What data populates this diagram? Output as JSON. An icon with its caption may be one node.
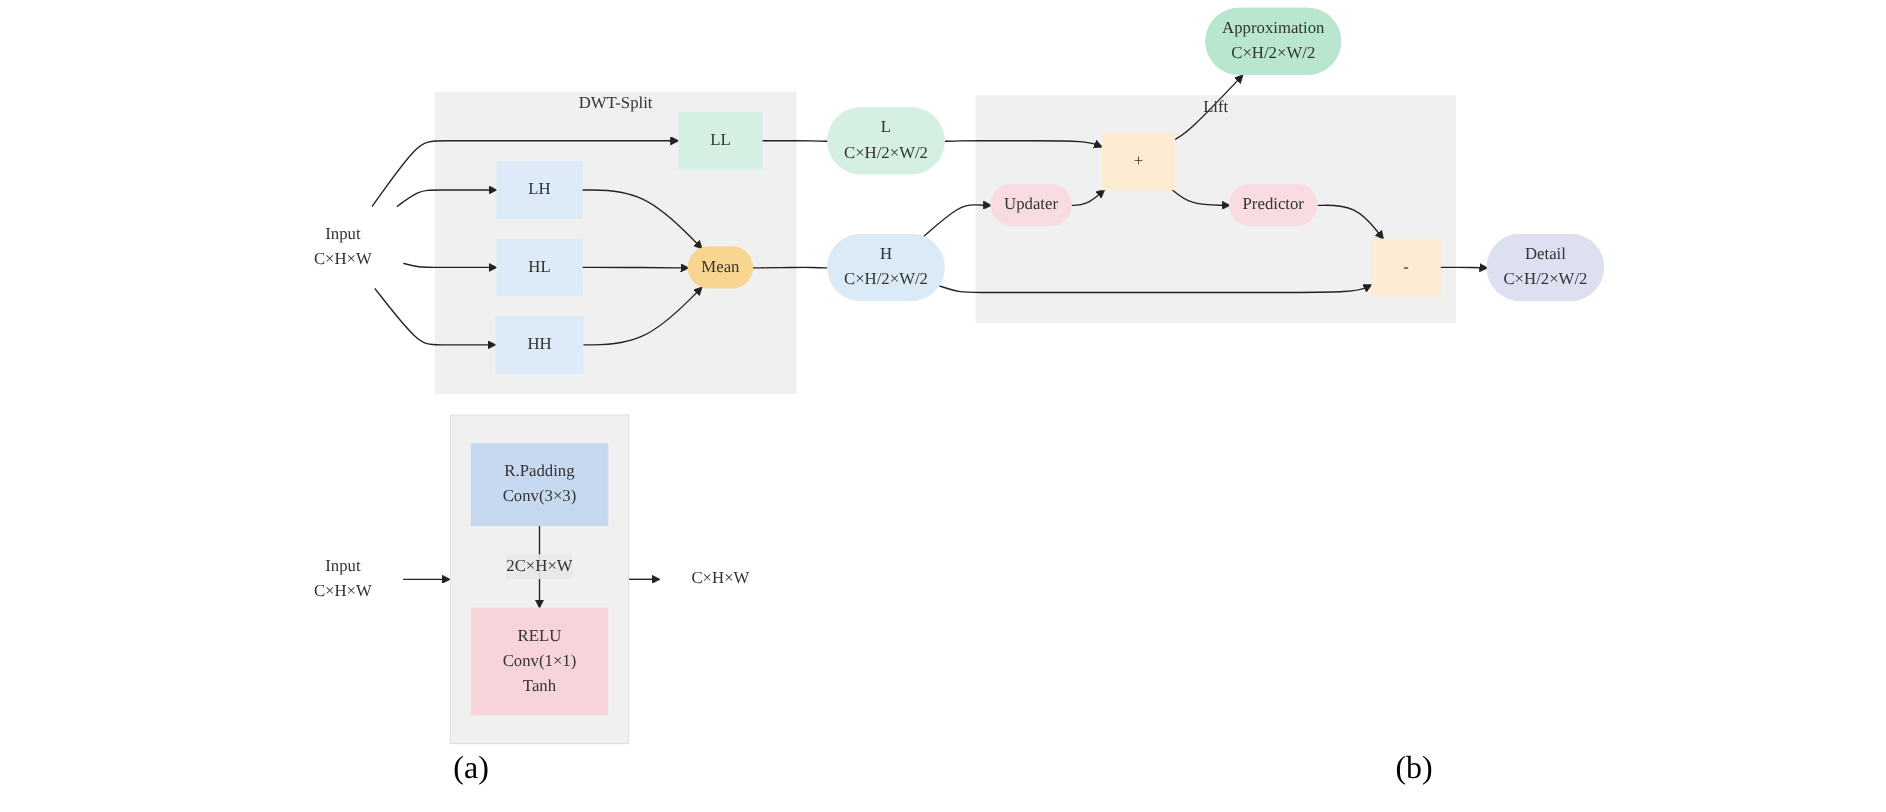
{
  "diagram": {
    "nodes": [
      {
        "text": [
          "L",
          "C×H/2×W/2"
        ]
      },
      {
        "text": [
          "DWT-Split"
        ]
      },
      {
        "text": [
          "Input",
          "C×H×W"
        ]
      },
      {
        "text": [
          "LL"
        ],
        "in": 1
      },
      {
        "text": [
          "LH"
        ],
        "in": 1
      },
      {
        "text": [
          "HL"
        ],
        "in": 1
      },
      {
        "text": [
          "HH"
        ],
        "in": 1
      },
      {
        "text": [
          "Mean"
        ],
        "in": 1
      },
      {
        "text": [
          "H",
          "C×H/2×W/2"
        ]
      },
      {
        "text": [
          "Lift"
        ]
      },
      {
        "text": [
          "+"
        ],
        "in": 9
      },
      {
        "text": [
          "Updater"
        ],
        "in": 9
      },
      {
        "text": [
          "Predictor"
        ],
        "in": 9
      },
      {
        "text": [
          "-"
        ],
        "in": 9
      },
      {
        "text": [
          "Approximation",
          "C×H/2×W/2"
        ]
      },
      {
        "text": [
          "Detail",
          "C×H/2×W/2"
        ]
      },
      {
        "text": [
          "Input",
          "C×H×W"
        ]
      },
      {
        "text": [],
        "shape": "box"
      },
      {
        "text": [
          "R.Padding",
          "Conv(3×3)"
        ],
        "in": 17
      },
      {
        "text": [
          "RELU",
          "Conv(1×1)",
          "Tanh"
        ],
        "in": 17
      },
      {
        "text": [
          "C×H×W"
        ]
      }
    ],
    "edges": [
      {
        "from": 0,
        "to": 10,
        "arrow": "to"
      },
      {
        "from": 3,
        "to": 0,
        "arrow": "none"
      },
      {
        "from": 2,
        "to": 3,
        "arrow": "to"
      },
      {
        "from": 2,
        "to": 4,
        "arrow": "to"
      },
      {
        "from": 2,
        "to": 5,
        "arrow": "to"
      },
      {
        "from": 2,
        "to": 6,
        "arrow": "to"
      },
      {
        "from": 4,
        "to": 7,
        "arrow": "to"
      },
      {
        "from": 5,
        "to": 7,
        "arrow": "to"
      },
      {
        "from": 6,
        "to": 7,
        "arrow": "to"
      },
      {
        "from": 7,
        "to": 8,
        "arrow": "none"
      },
      {
        "from": 8,
        "to": 11,
        "arrow": "to"
      },
      {
        "from": 8,
        "to": 13,
        "arrow": "to"
      },
      {
        "from": 11,
        "to": 10,
        "arrow": "to"
      },
      {
        "from": 10,
        "to": 14,
        "arrow": "to"
      },
      {
        "from": 10,
        "to": 12,
        "arrow": "to"
      },
      {
        "from": 12,
        "to": 13,
        "arrow": "to"
      },
      {
        "from": 13,
        "to": 15,
        "arrow": "to"
      },
      {
        "from": 16,
        "to": 17,
        "arrow": "to"
      },
      {
        "from": 18,
        "to": 19,
        "arrow": "to",
        "label": "2C×H×W"
      },
      {
        "from": 17,
        "to": 20,
        "arrow": "to"
      }
    ],
    "labels": [
      "(a)",
      "(b)"
    ]
  }
}
